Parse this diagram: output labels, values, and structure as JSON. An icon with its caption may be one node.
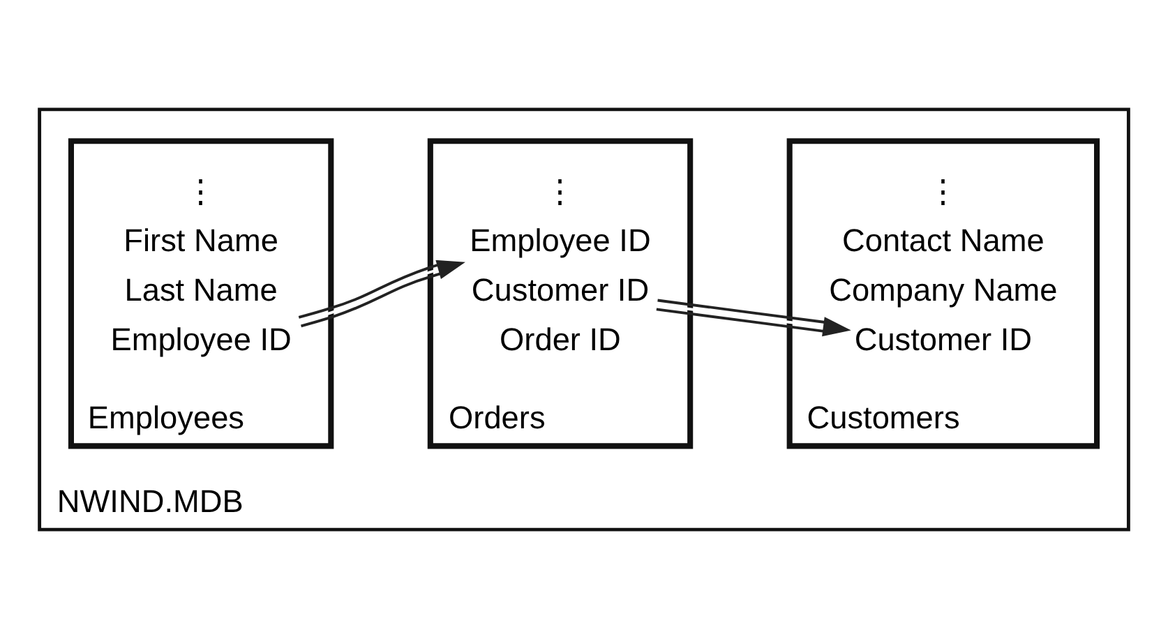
{
  "diagram": {
    "nodes": [
      {
        "text": [
          "NWIND.MDB"
        ]
      },
      {
        "text": [
          "Employees"
        ],
        "in": 0
      },
      {
        "text": [
          "Employee ID"
        ],
        "in": 1
      },
      {
        "text": [
          "Last Name"
        ],
        "in": 1
      },
      {
        "text": [
          "First Name"
        ],
        "in": 1
      },
      {
        "text": [
          "⋮"
        ],
        "in": 1
      },
      {
        "text": [
          "Orders"
        ],
        "in": 0
      },
      {
        "text": [
          "Order ID"
        ],
        "in": 6
      },
      {
        "text": [
          "Customer ID"
        ],
        "in": 6
      },
      {
        "text": [
          "Employee ID"
        ],
        "in": 6
      },
      {
        "text": [
          "⋮"
        ],
        "in": 6
      },
      {
        "text": [
          "Customers"
        ],
        "in": 0
      },
      {
        "text": [
          "Customer ID"
        ],
        "in": 11
      },
      {
        "text": [
          "Company Name"
        ],
        "in": 11
      },
      {
        "text": [
          "Contact Name"
        ],
        "in": 11
      },
      {
        "text": [
          "⋮"
        ],
        "in": 11
      }
    ],
    "edges": [
      {
        "from": 2,
        "to": 9,
        "arrow": "to"
      },
      {
        "from": 8,
        "to": 12,
        "arrow": "to"
      }
    ]
  }
}
